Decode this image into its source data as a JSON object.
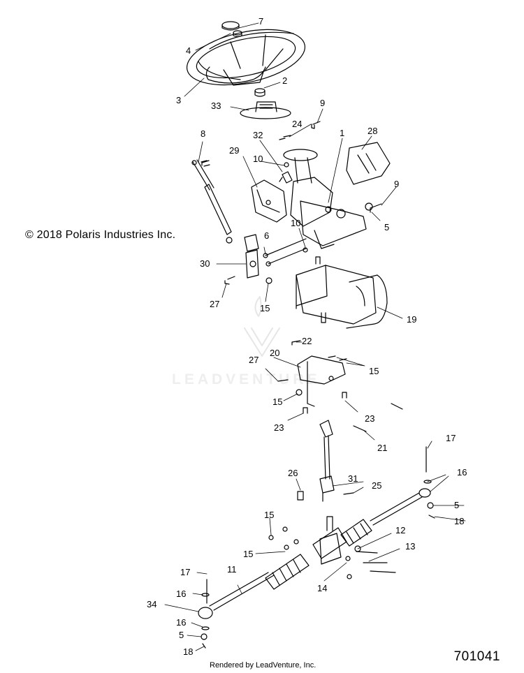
{
  "copyright": "© 2018 Polaris Industries Inc.",
  "footer": "Rendered by LeadVenture, Inc.",
  "figure_number": "701041",
  "watermark": "LEADVENTURE",
  "callouts": [
    "7",
    "4",
    "3",
    "2",
    "33",
    "9",
    "24",
    "32",
    "1",
    "28",
    "8",
    "29",
    "10",
    "9",
    "5",
    "10",
    "6",
    "30",
    "27",
    "15",
    "19",
    "22",
    "20",
    "27",
    "15",
    "15",
    "23",
    "23",
    "21",
    "17",
    "26",
    "31",
    "25",
    "16",
    "5",
    "18",
    "15",
    "12",
    "13",
    "15",
    "17",
    "11",
    "14",
    "16",
    "34",
    "16",
    "5",
    "18"
  ]
}
